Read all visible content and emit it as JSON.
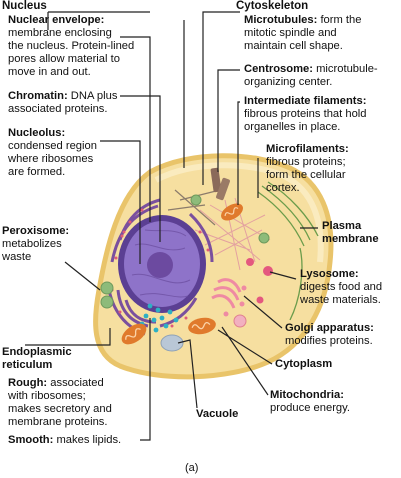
{
  "labels": {
    "nucleus_heading": "Nucleus",
    "nuclear_envelope": {
      "term": "Nuclear envelope:",
      "lines": [
        "membrane enclosing",
        "the nucleus. Protein-lined",
        "pores allow material to",
        "move in and out."
      ]
    },
    "chromatin": {
      "term": "Chromatin:",
      "rest": " DNA plus",
      "lines": [
        "associated proteins."
      ]
    },
    "nucleolus": {
      "term": "Nucleolus:",
      "lines": [
        "condensed region",
        "where ribosomes",
        "are formed."
      ]
    },
    "peroxisome": {
      "term": "Peroxisome:",
      "lines": [
        "metabolizes",
        "waste"
      ]
    },
    "endoplasmic_reticulum": {
      "lines": [
        "Endoplasmic",
        "reticulum"
      ]
    },
    "rough_er": {
      "term": "Rough:",
      "rest": " associated",
      "lines": [
        "with ribosomes;",
        "makes secretory and",
        "membrane proteins."
      ]
    },
    "smooth_er": {
      "term": "Smooth:",
      "rest": " makes lipids."
    },
    "cytoskeleton_heading": "Cytoskeleton",
    "microtubules": {
      "term": "Microtubules:",
      "rest": " form the",
      "lines": [
        "mitotic spindle and",
        "maintain cell shape."
      ]
    },
    "centrosome": {
      "term": "Centrosome:",
      "rest": " microtubule-",
      "lines": [
        "organizing center."
      ]
    },
    "intermediate_filaments": {
      "term": "Intermediate filaments:",
      "lines": [
        "fibrous proteins that hold",
        "organelles in place."
      ]
    },
    "microfilaments": {
      "term": "Microfilaments:",
      "lines": [
        "fibrous proteins;",
        "form the cellular",
        "cortex."
      ]
    },
    "plasma_membrane": {
      "lines": [
        "Plasma",
        "membrane"
      ]
    },
    "lysosome": {
      "term": "Lysosome:",
      "lines": [
        "digests food and",
        "waste materials."
      ]
    },
    "golgi": {
      "term": "Golgi apparatus:",
      "lines": [
        "modifies proteins."
      ]
    },
    "cytoplasm": "Cytoplasm",
    "mitochondria": {
      "term": "Mitochondria:",
      "lines": [
        "produce energy."
      ]
    },
    "vacuole": "Vacuole"
  },
  "caption": "(a)",
  "colors": {
    "cell_fill": "#f6dfa0",
    "cell_border": "#e9c46a",
    "nucleus_envelope": "#5b3f93",
    "nucleus_fill": "#8e73c9",
    "nucleolus": "#6c4aa0",
    "rough_er": "#7a4f9e",
    "smooth_er": "#2db0c4",
    "mitochondria": "#e07a2c",
    "golgi": "#ef8aa3",
    "lysosome": "#e4587f",
    "peroxisome": "#8dbb7a",
    "vacuole": "#b9c7d6",
    "microfilament": "#6b9c4b",
    "intermediate_filament": "#e29aa0",
    "line": "#222222"
  }
}
